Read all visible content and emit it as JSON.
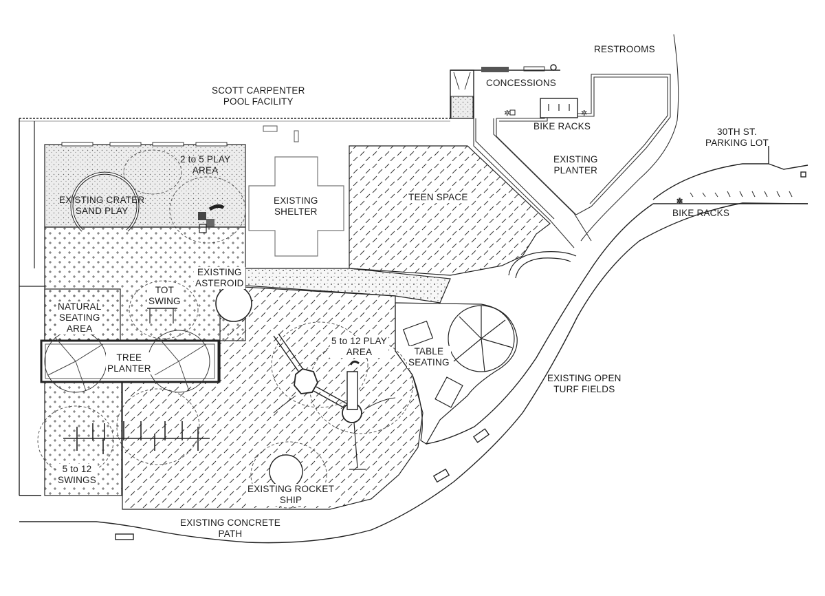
{
  "labels": {
    "pool_facility": [
      "SCOTT CARPENTER",
      "POOL FACILITY"
    ],
    "restrooms": "RESTROOMS",
    "concessions": "CONCESSIONS",
    "bike_racks_north": "BIKE RACKS",
    "parking_lot": [
      "30TH ST.",
      "PARKING LOT"
    ],
    "bike_racks_east": "BIKE RACKS",
    "existing_planter": [
      "EXISTING",
      "PLANTER"
    ],
    "teen_space": "TEEN SPACE",
    "existing_shelter": [
      "EXISTING",
      "SHELTER"
    ],
    "play_2_5": [
      "2 to 5 PLAY",
      "AREA"
    ],
    "crater_sand": [
      "EXISTING CRATER",
      "SAND PLAY"
    ],
    "asteroid": [
      "EXISTING",
      "ASTEROID"
    ],
    "tot_swing": [
      "TOT",
      "SWING"
    ],
    "natural_seating": [
      "NATURAL",
      "SEATING",
      "AREA"
    ],
    "tree_planter": [
      "TREE",
      "PLANTER"
    ],
    "play_5_12": [
      "5 to 12 PLAY",
      "AREA"
    ],
    "table_seating": [
      "TABLE",
      "SEATING"
    ],
    "open_turf": [
      "EXISTING OPEN",
      "TURF FIELDS"
    ],
    "swings_5_12": [
      "5 to 12",
      "SWINGS"
    ],
    "rocket_ship": [
      "EXISTING ROCKET",
      "SHIP"
    ],
    "concrete_path": [
      "EXISTING CONCRETE",
      "PATH"
    ]
  }
}
